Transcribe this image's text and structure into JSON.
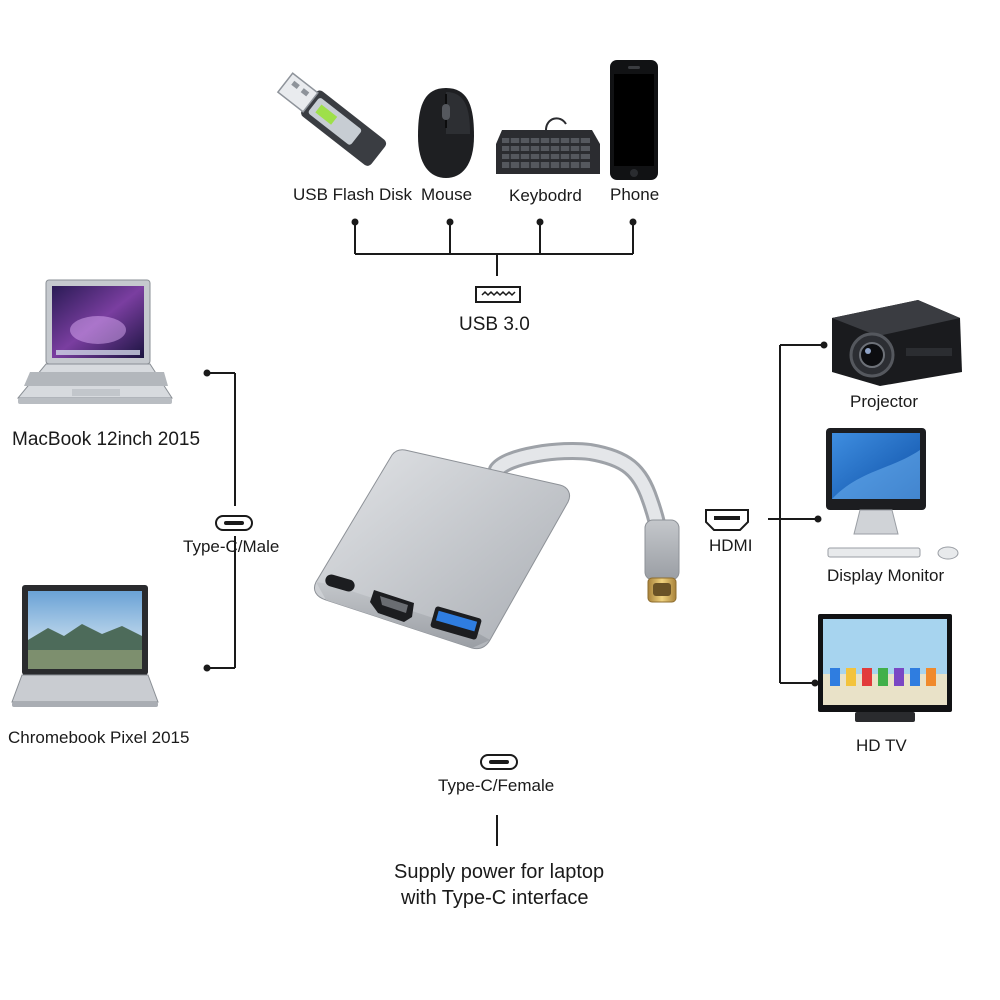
{
  "usb_devices": [
    {
      "label": "USB Flash Disk",
      "icon": "usb-flash-disk-icon"
    },
    {
      "label": "Mouse",
      "icon": "mouse-icon"
    },
    {
      "label": "Keybodrd",
      "icon": "keyboard-icon"
    },
    {
      "label": "Phone",
      "icon": "phone-icon"
    }
  ],
  "usb_port": {
    "label": "USB 3.0",
    "icon": "usb-port-icon"
  },
  "laptops": [
    {
      "label": "MacBook 12inch 2015",
      "icon": "macbook-icon"
    },
    {
      "label": "Chromebook Pixel 2015",
      "icon": "chromebook-icon"
    }
  ],
  "male_port": {
    "label": "Type-C/Male",
    "icon": "type-c-port-icon"
  },
  "hdmi_port": {
    "label": "HDMI",
    "icon": "hdmi-port-icon"
  },
  "displays": [
    {
      "label": "Projector",
      "icon": "projector-icon"
    },
    {
      "label": "Display Monitor",
      "icon": "monitor-icon"
    },
    {
      "label": "HD TV",
      "icon": "tv-icon"
    }
  ],
  "female_port": {
    "label": "Type-C/Female",
    "icon": "type-c-port-icon"
  },
  "power_note": {
    "line1": "Supply power for laptop",
    "line2": "with Type-C interface"
  },
  "colors": {
    "line": "#1a1a1a",
    "adapter_body": "#c9ccd0",
    "usb_blue": "#2f7de0",
    "connector_gold": "#d8b25a"
  }
}
